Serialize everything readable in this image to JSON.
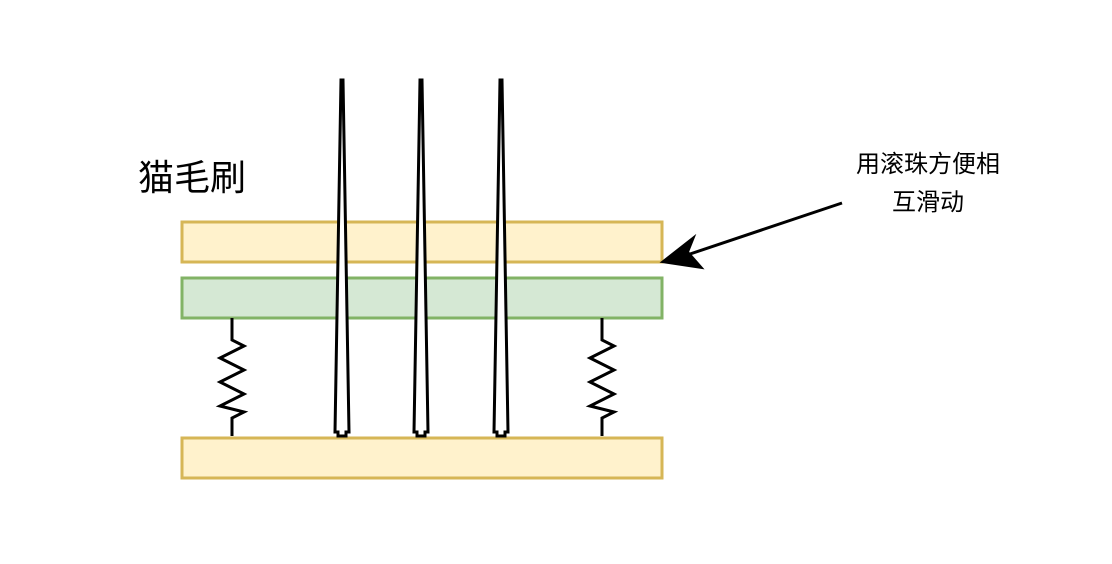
{
  "labels": {
    "title": "猫毛刷",
    "annotation_line1": "用滚珠方便相",
    "annotation_line2": "互滑动"
  },
  "colors": {
    "top_plate_fill": "#fff2cc",
    "top_plate_stroke": "#d6b656",
    "middle_plate_fill": "#d5e8d4",
    "middle_plate_stroke": "#82b366",
    "bottom_plate_fill": "#fff2cc",
    "bottom_plate_stroke": "#d6b656",
    "line": "#000000"
  },
  "components": {
    "needles": 3,
    "springs": 2
  }
}
